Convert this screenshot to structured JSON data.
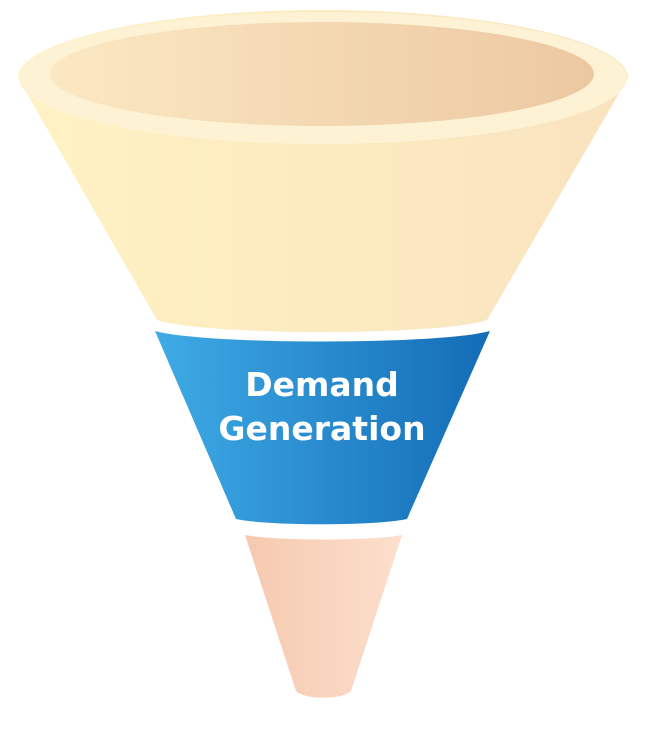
{
  "funnel": {
    "stages": [
      {
        "name": "top",
        "label": "",
        "color_light": "#fdf0bf",
        "color_dark": "#f9dcb0",
        "rim_light": "#fbe9c4",
        "rim_dark": "#efcda8"
      },
      {
        "name": "middle",
        "label_line1": "Demand",
        "label_line2": "Generation",
        "color_light": "#3aa6e3",
        "color_dark": "#156fb9"
      },
      {
        "name": "bottom",
        "label": "",
        "color_light": "#f8cfb8",
        "color_dark": "#fbdcc8"
      }
    ]
  }
}
